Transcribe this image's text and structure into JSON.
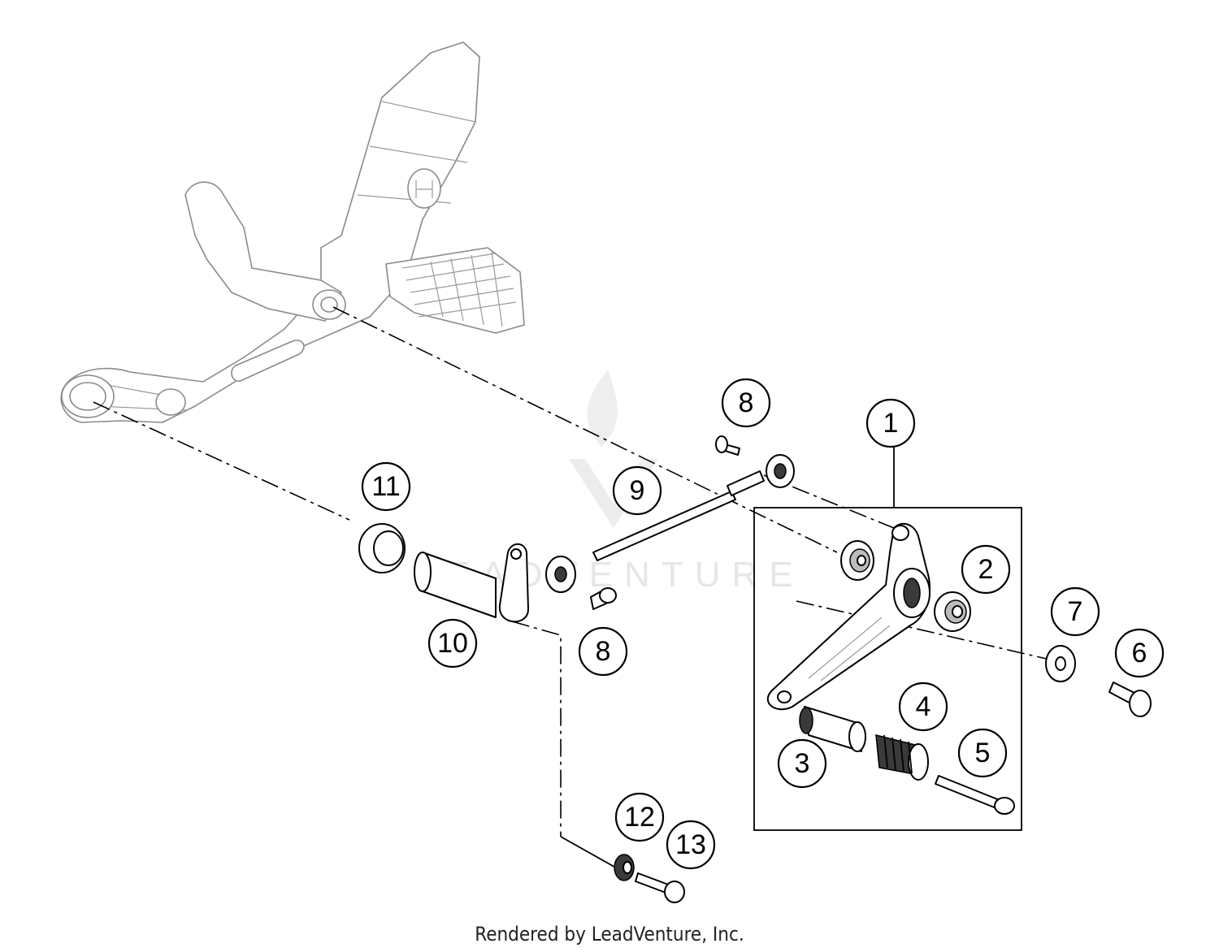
{
  "watermark_text": "LEADVENTURE",
  "footer_text": "Rendered by LeadVenture, Inc.",
  "callouts": [
    "1",
    "2",
    "3",
    "4",
    "5",
    "6",
    "7",
    "8",
    "8",
    "9",
    "10",
    "11",
    "12",
    "13"
  ],
  "colors": {
    "line": "#000000",
    "ghost": "#8a8a8a",
    "watermark": "#e6e6e6"
  }
}
